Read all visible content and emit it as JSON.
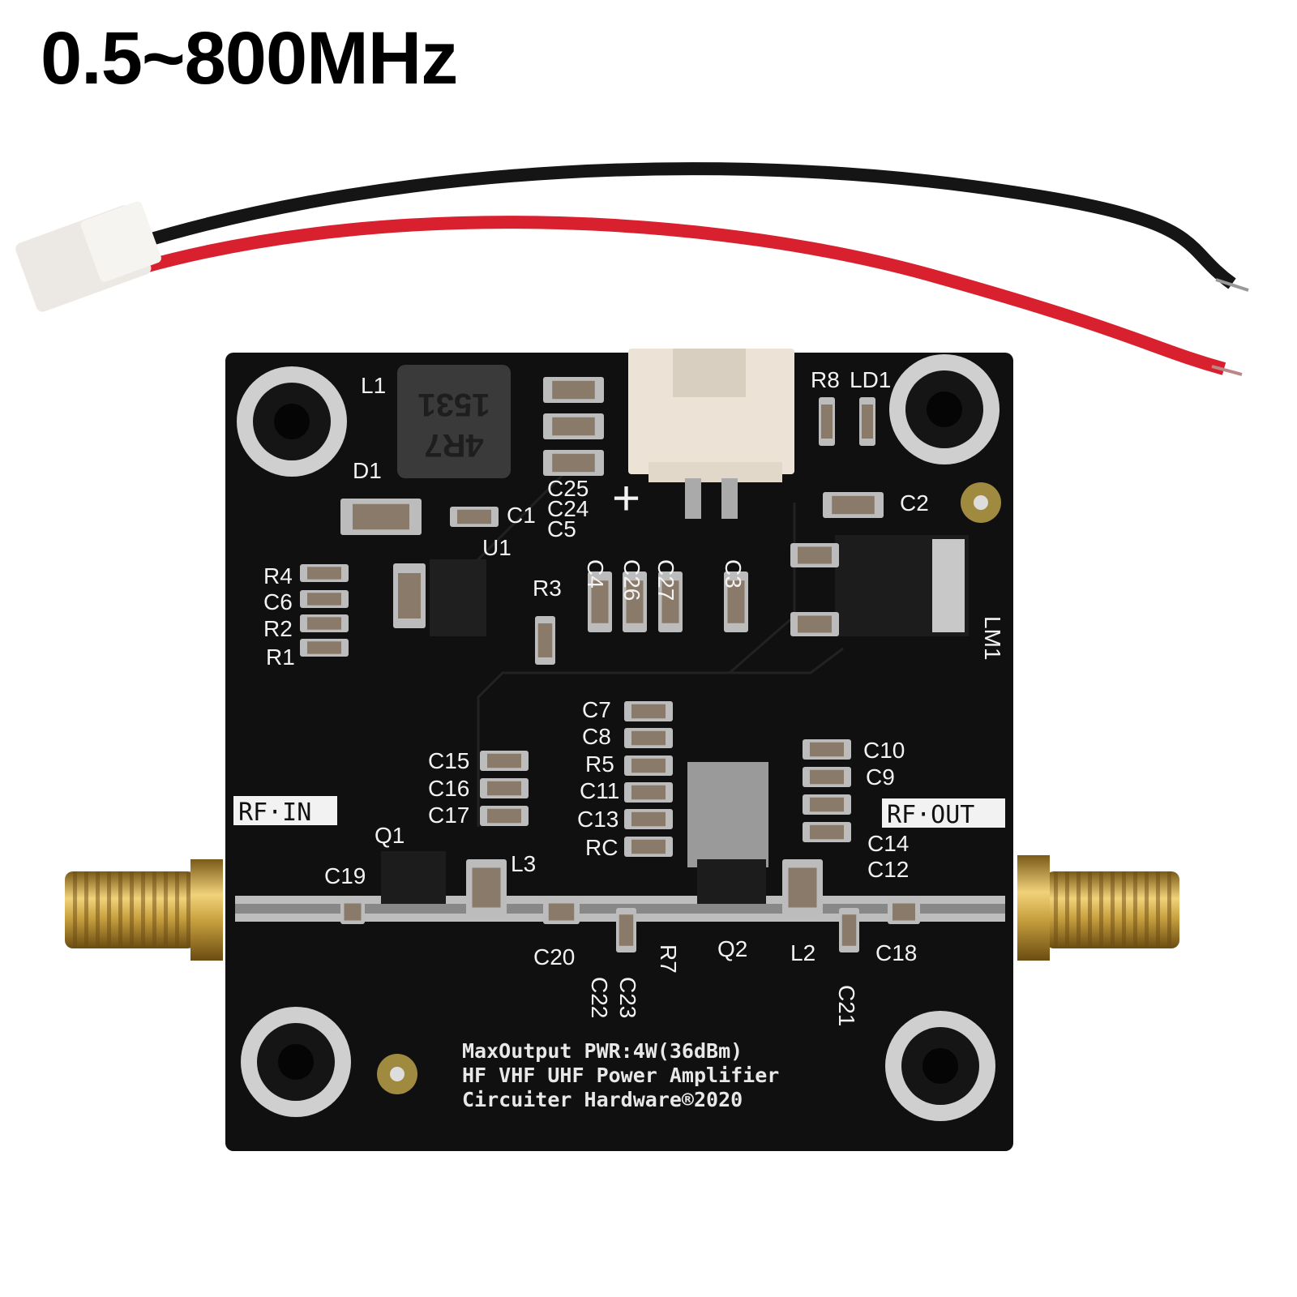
{
  "headline": "0.5~800MHz",
  "board": {
    "silkscreen_lines": [
      "MaxOutput PWR:4W(36dBm)",
      "HF VHF UHF Power Amplifier",
      "Circuiter Hardware®2020"
    ],
    "port_labels": {
      "input": "RF·IN",
      "output": "RF·OUT"
    },
    "component_labels": [
      "L1",
      "D1",
      "C1",
      "U1",
      "R3",
      "R4",
      "C6",
      "R2",
      "R1",
      "C25",
      "C24",
      "C5",
      "C4",
      "C26",
      "C27",
      "C3",
      "R8",
      "LD1",
      "C2",
      "LM1",
      "C7",
      "C8",
      "R5",
      "C11",
      "C13",
      "RC",
      "C15",
      "C16",
      "C17",
      "C10",
      "C9",
      "C14",
      "C12",
      "Q1",
      "C19",
      "L3",
      "C20",
      "C22",
      "C23",
      "R7",
      "Q2",
      "L2",
      "C18",
      "C21"
    ],
    "inductor_marking": [
      "1531",
      "4R7"
    ],
    "colors": {
      "pcb": "#101010",
      "silkscreen": "#f2f2f2",
      "pad": "#bcbcbc",
      "connector": "#ece3d6",
      "sma_gold": "#c9a23f",
      "wire_red": "#d8202e",
      "wire_black": "#151515"
    }
  }
}
